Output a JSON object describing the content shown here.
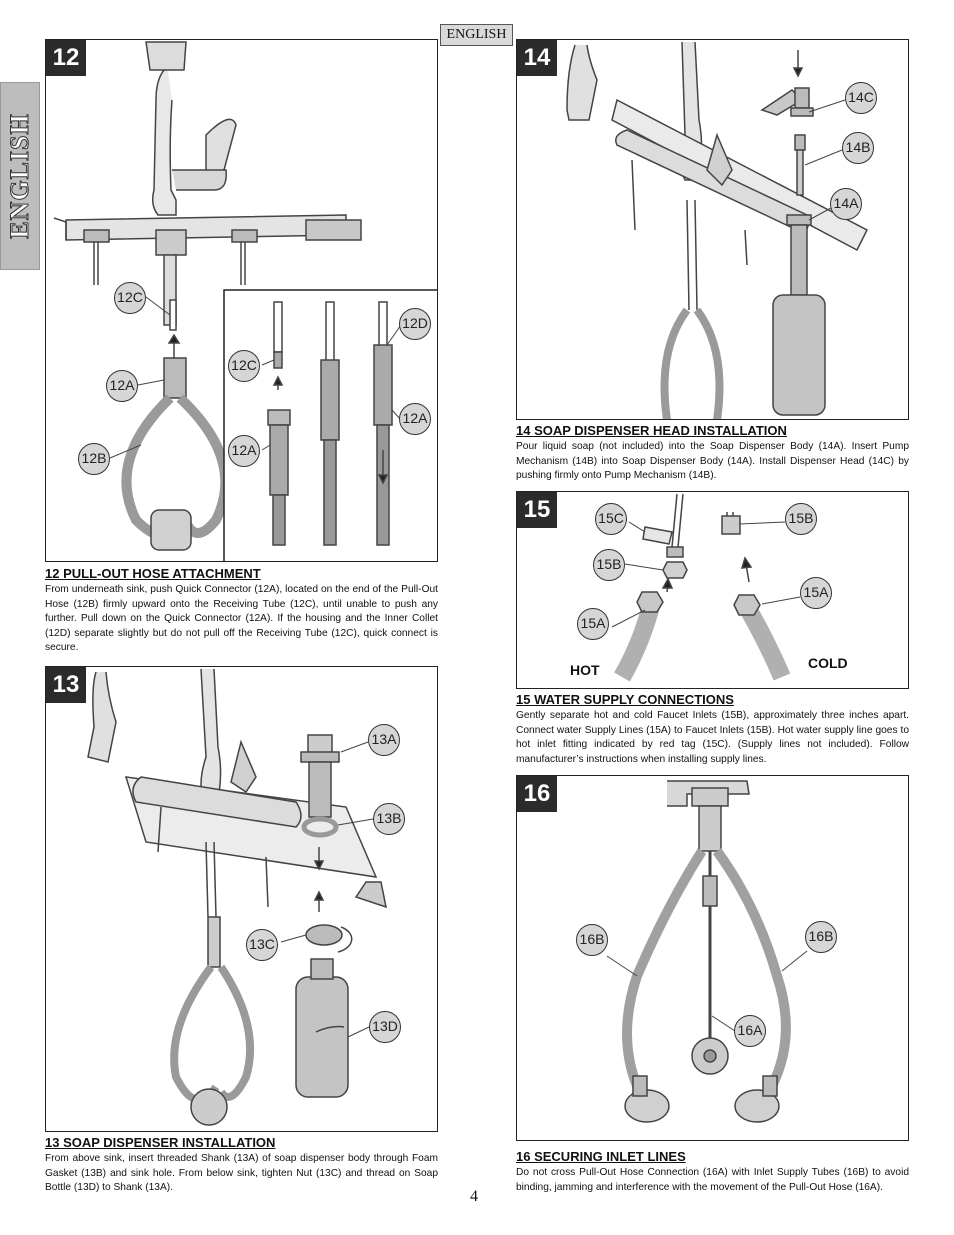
{
  "side_tab": "ENGLISH",
  "language_label": "ENGLISH",
  "page_number": "4",
  "steps": {
    "s12": {
      "number": "12",
      "callouts": [
        "12C",
        "12A",
        "12B",
        "12C",
        "12D",
        "12A",
        "12A"
      ],
      "title": "12  PULL-OUT HOSE ATTACHMENT",
      "text": "From underneath sink, push Quick Connector (12A), located on the end of the Pull-Out Hose (12B) firmly upward onto the Receiving Tube (12C), until unable to push any further. Pull down on the Quick Connector (12A).  If the housing and the Inner Collet (12D) separate slightly but do not pull off the Receiving Tube (12C), quick connect is secure."
    },
    "s13": {
      "number": "13",
      "callouts": [
        "13A",
        "13B",
        "13C",
        "13D"
      ],
      "title": "13  SOAP DISPENSER INSTALLATION",
      "text": "From above sink, insert threaded Shank (13A) of soap dispenser body through Foam Gasket (13B) and sink hole.  From below sink, tighten Nut (13C) and thread on Soap Bottle (13D) to Shank (13A)."
    },
    "s14": {
      "number": "14",
      "callouts": [
        "14C",
        "14B",
        "14A"
      ],
      "title": "14  SOAP DISPENSER HEAD INSTALLATION",
      "text": "Pour liquid soap (not included) into the Soap Dispenser Body (14A).  Insert Pump Mechanism (14B) into Soap Dispenser Body (14A).  Install Dispenser Head (14C) by pushing firmly onto Pump Mechanism (14B)."
    },
    "s15": {
      "number": "15",
      "callouts": [
        "15C",
        "15B",
        "15B",
        "15A",
        "15A"
      ],
      "hot": "HOT",
      "cold": "COLD",
      "title": "15  WATER SUPPLY CONNECTIONS",
      "text": "Gently separate hot and cold Faucet Inlets (15B), approximately three inches apart. Connect water Supply Lines (15A) to Faucet Inlets (15B).  Hot water supply line goes to hot inlet fitting indicated by red tag (15C).  (Supply lines not included).  Follow manufacturer’s instructions when installing supply lines."
    },
    "s16": {
      "number": "16",
      "callouts": [
        "16B",
        "16B",
        "16A"
      ],
      "title": "16   SECURING INLET LINES",
      "text": "Do not cross Pull-Out Hose Connection (16A) with Inlet Supply Tubes (16B) to avoid binding, jamming and interference with the movement of the Pull-Out Hose (16A)."
    }
  },
  "colors": {
    "callout_fill": "#d6d6d6",
    "step_box": "#2b2b2b",
    "side_tab": "#bdbdbd",
    "line_art": "#444444"
  }
}
